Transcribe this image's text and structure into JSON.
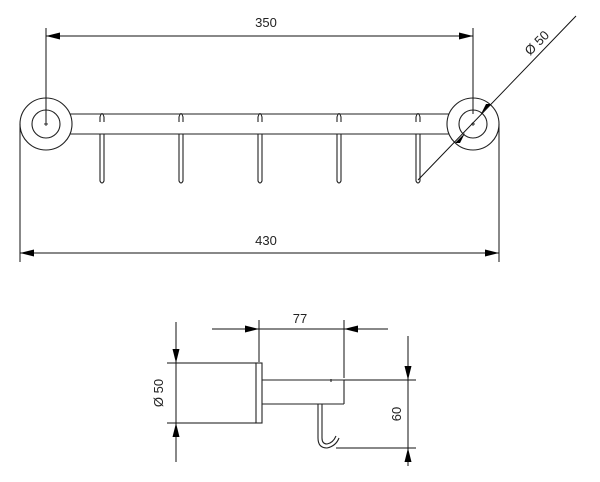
{
  "front_view": {
    "dim_rod_length": "350",
    "dim_total_length": "430",
    "dim_rosette_diameter": "Ø 50",
    "hook_count": 5
  },
  "side_view": {
    "dim_projection": "77",
    "dim_rosette_diameter": "Ø 50",
    "dim_height": "60"
  }
}
